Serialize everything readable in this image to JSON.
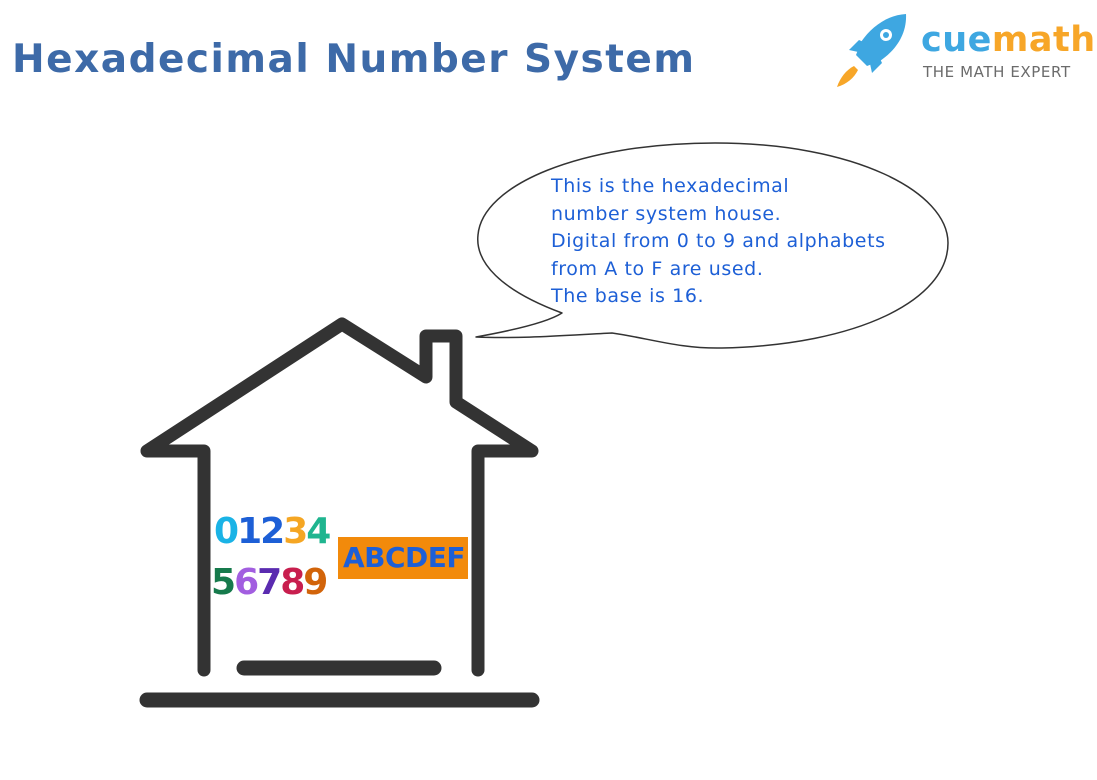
{
  "title": "Hexadecimal Number System",
  "logo": {
    "word_part1": "cue",
    "word_part2": "math",
    "tagline": "THE MATH EXPERT",
    "icon": "rocket-icon"
  },
  "speech_bubble": {
    "lines": [
      "This is the hexadecimal",
      "number system house.",
      "Digital from 0 to 9 and alphabets",
      "from A to F are used.",
      "The base is 16."
    ]
  },
  "house": {
    "digits_row1": [
      {
        "char": "0",
        "color": "#1ab3e6"
      },
      {
        "char": "1",
        "color": "#1d5fd6"
      },
      {
        "char": "2",
        "color": "#1d5fd6"
      },
      {
        "char": "3",
        "color": "#f5a623"
      },
      {
        "char": "4",
        "color": "#1fb58f"
      }
    ],
    "digits_row2": [
      {
        "char": "5",
        "color": "#167a4c"
      },
      {
        "char": "6",
        "color": "#a25ee0"
      },
      {
        "char": "7",
        "color": "#5a2bb0"
      },
      {
        "char": "8",
        "color": "#c81e4e"
      },
      {
        "char": "9",
        "color": "#d2640a"
      }
    ],
    "letters": "ABCDEF",
    "letters_bg": "#f28a0b",
    "letters_color": "#1d5fd6",
    "outline_color": "#333333"
  },
  "colors": {
    "title": "#3d6aa8",
    "bubble_text": "#1d5fd6",
    "logo_blue": "#3ea7e1",
    "logo_orange": "#f7a628"
  }
}
